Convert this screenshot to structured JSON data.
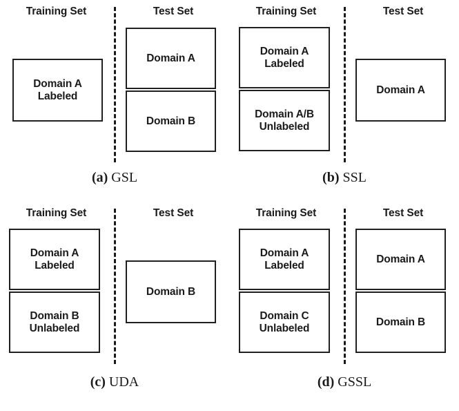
{
  "figure": {
    "title": "Learning setting comparison diagram",
    "colors": {
      "background": "#ffffff",
      "box_border": "#1f1f1f",
      "text": "#1a1a1a",
      "divider": "#1a1a1a"
    },
    "column_headers": {
      "training": "Training Set",
      "test": "Test Set"
    }
  },
  "panels": [
    {
      "id": "a",
      "caption_tag": "(a)",
      "caption_name": "GSL",
      "header_training": "Training Set",
      "header_test": "Test Set",
      "training_boxes": [
        {
          "label": "Domain A\nLabeled"
        }
      ],
      "test_boxes": [
        {
          "label": "Domain A"
        },
        {
          "label": "Domain B"
        }
      ]
    },
    {
      "id": "b",
      "caption_tag": "(b)",
      "caption_name": "SSL",
      "header_training": "Training Set",
      "header_test": "Test Set",
      "training_boxes": [
        {
          "label": "Domain A\nLabeled"
        },
        {
          "label": "Domain A/B\nUnlabeled"
        }
      ],
      "test_boxes": [
        {
          "label": "Domain A"
        }
      ]
    },
    {
      "id": "c",
      "caption_tag": "(c)",
      "caption_name": "UDA",
      "header_training": "Training Set",
      "header_test": "Test Set",
      "training_boxes": [
        {
          "label": "Domain A\nLabeled"
        },
        {
          "label": "Domain B\nUnlabeled"
        }
      ],
      "test_boxes": [
        {
          "label": "Domain B"
        }
      ]
    },
    {
      "id": "d",
      "caption_tag": "(d)",
      "caption_name": "GSSL",
      "header_training": "Training Set",
      "header_test": "Test Set",
      "training_boxes": [
        {
          "label": "Domain A\nLabeled"
        },
        {
          "label": "Domain C\nUnlabeled"
        }
      ],
      "test_boxes": [
        {
          "label": "Domain A"
        },
        {
          "label": "Domain B"
        }
      ]
    }
  ]
}
